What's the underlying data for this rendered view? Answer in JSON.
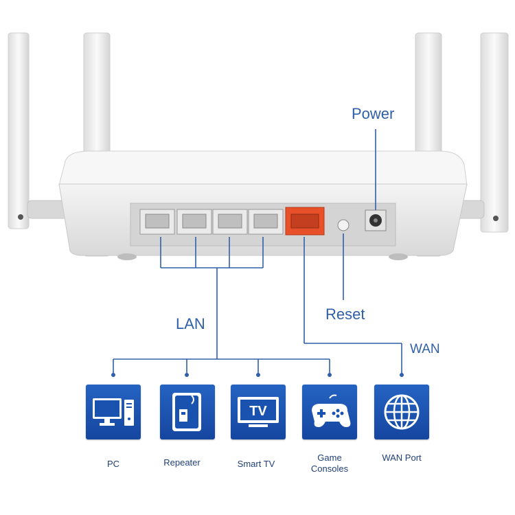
{
  "labels": {
    "power": "Power",
    "reset": "Reset",
    "lan": "LAN",
    "wan": "WAN"
  },
  "devices": [
    {
      "label": "PC",
      "icon": "pc-icon"
    },
    {
      "label": "Repeater",
      "icon": "repeater-icon"
    },
    {
      "label": "Smart TV",
      "icon": "tv-icon"
    },
    {
      "label": "Game\nConsoles",
      "icon": "gamepad-icon"
    },
    {
      "label": "WAN Port",
      "icon": "globe-icon"
    }
  ],
  "tv_text": "TV",
  "colors": {
    "label_blue": "#2f5fa8",
    "tile_blue": "#1a52b0",
    "wan_port": "#e8502a",
    "line_blue": "#2f5fa8"
  }
}
